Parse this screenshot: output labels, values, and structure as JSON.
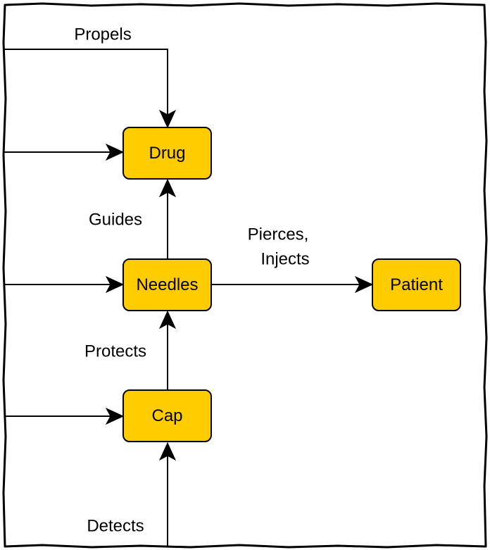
{
  "diagram": {
    "nodes": {
      "drug": {
        "label": "Drug"
      },
      "needles": {
        "label": "Needles"
      },
      "cap": {
        "label": "Cap"
      },
      "patient": {
        "label": "Patient"
      }
    },
    "edge_labels": {
      "propels": "Propels",
      "guides": "Guides",
      "pierces_line1": "Pierces,",
      "pierces_line2": "Injects",
      "protects": "Protects",
      "detects": "Detects"
    },
    "colors": {
      "node_fill": "#ffcc00",
      "stroke": "#000000",
      "background": "#ffffff"
    }
  }
}
